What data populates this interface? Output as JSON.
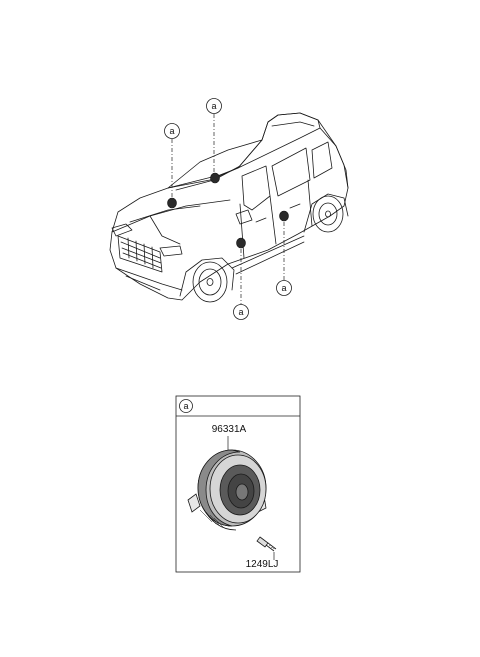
{
  "callouts": {
    "letter": "a"
  },
  "detail_box": {
    "header_letter": "a",
    "parts": [
      {
        "part_number": "96331A"
      },
      {
        "part_number": "1249LJ"
      }
    ]
  }
}
